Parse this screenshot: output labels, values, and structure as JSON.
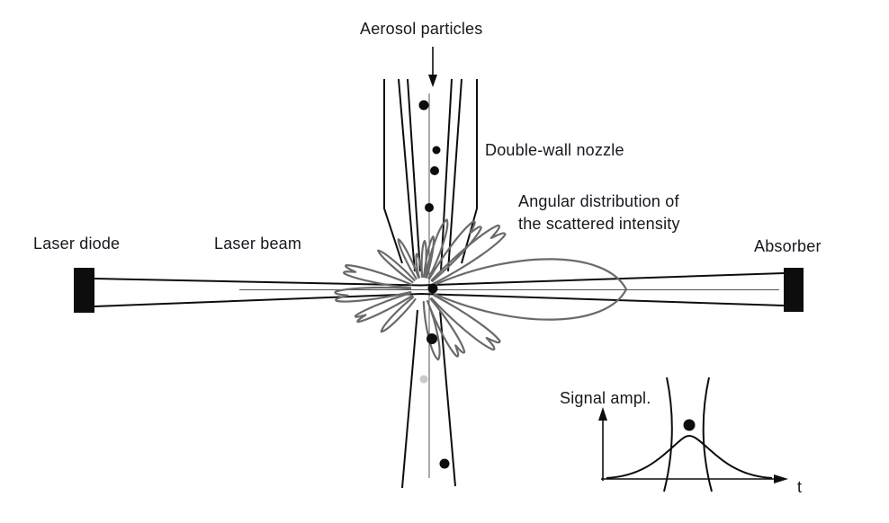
{
  "diagram": {
    "labels": {
      "aerosol_particles": "Aerosol particles",
      "double_wall_nozzle": "Double-wall nozzle",
      "angular_distribution_line1": "Angular distribution of",
      "angular_distribution_line2": "the scattered intensity",
      "laser_diode": "Laser diode",
      "laser_beam": "Laser beam",
      "absorber": "Absorber"
    },
    "inset": {
      "y_axis_label": "Signal ampl.",
      "x_axis_label": "t"
    },
    "colors": {
      "line": "#0d0d0d",
      "text": "#17171f",
      "scatter_pattern": "#6a6a6a",
      "background": "#ffffff",
      "particle": "#0d0d0d",
      "faded_particle": "#c9c9c9",
      "thin_line": "#555555"
    }
  }
}
